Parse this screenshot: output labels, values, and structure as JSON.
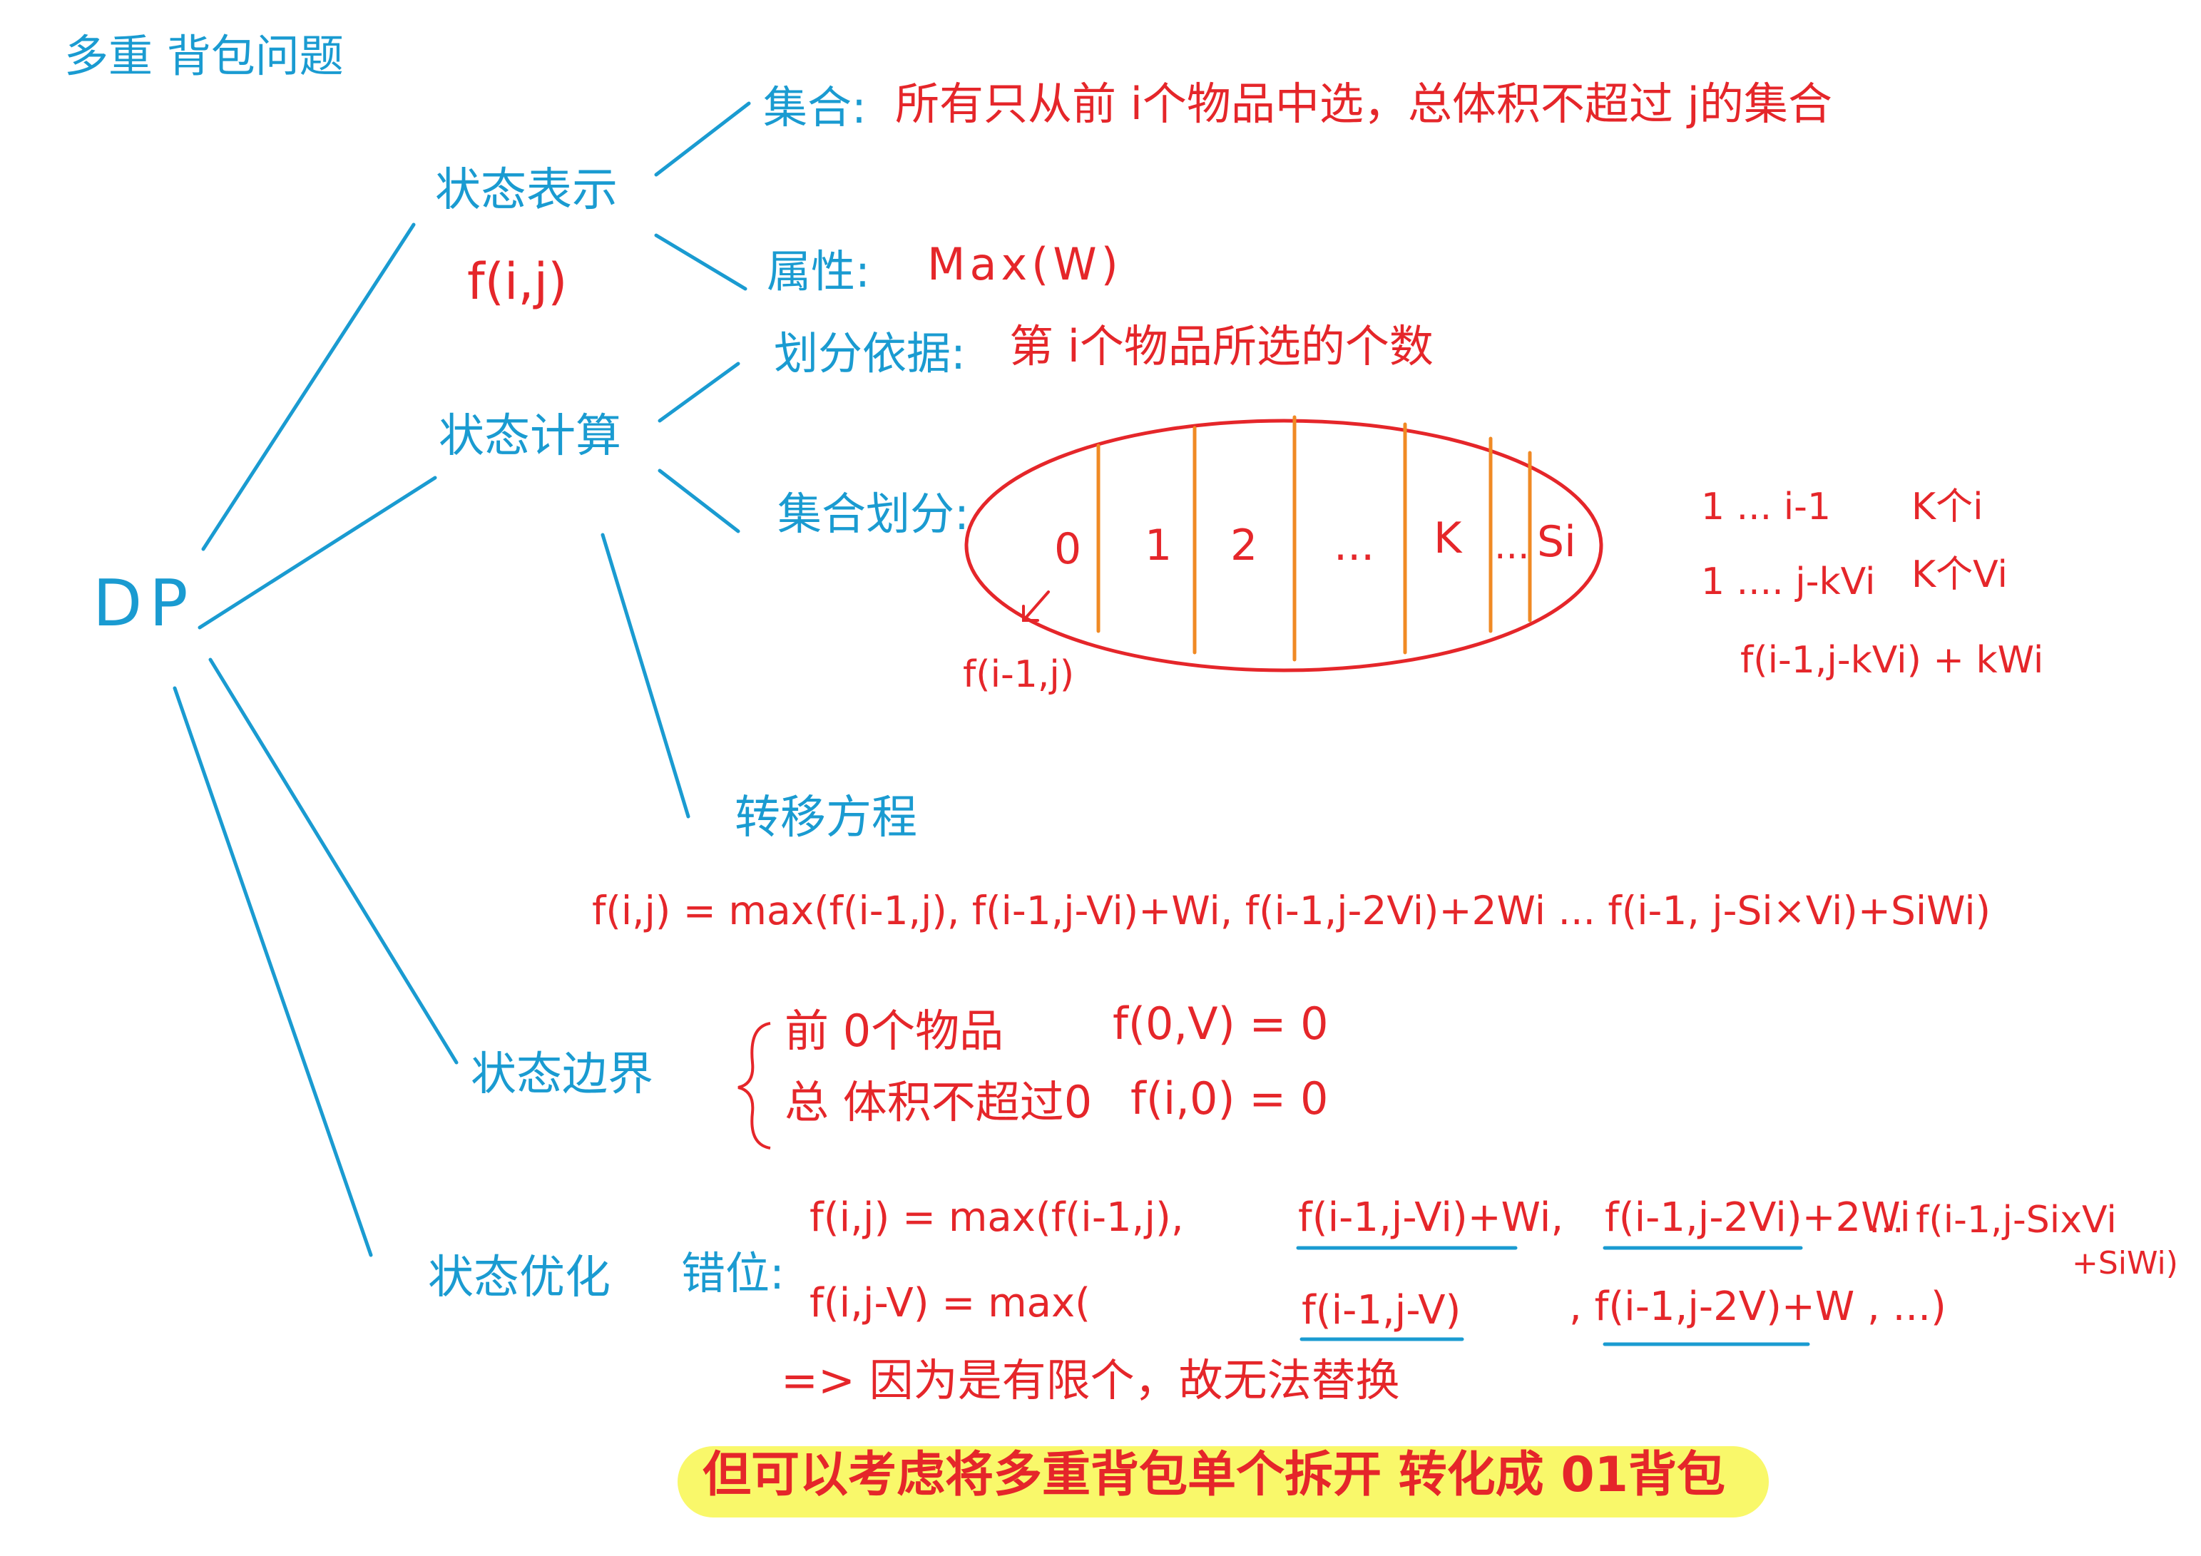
{
  "title": "多重 背包问题",
  "root": "DP",
  "nodes": {
    "state_repr": "状态表示",
    "state_fn": "f(i,j)",
    "state_calc": "状态计算",
    "transition": "转移方程",
    "state_boundary": "状态边界",
    "state_opt": "状态优化"
  },
  "state_repr": {
    "set_label": "集合:",
    "set_text": "所有只从前 i个物品中选，总体积不超过 j的集合",
    "attr_label": "属性:",
    "attr_text": "Max(W)"
  },
  "state_calc": {
    "basis_label": "划分依据:",
    "basis_text": "第 i个物品所选的个数",
    "partition_label": "集合划分:",
    "cells": [
      "0",
      "1",
      "2",
      "...",
      "K",
      "...",
      "Si"
    ],
    "arrow_label": "f(i-1,j)",
    "note1_a": "1 ... i-1",
    "note1_b": "K个i",
    "note2_a": "1 .... j-kVi",
    "note2_b": "K个Vi",
    "note3": "f(i-1,j-kVi) + kWi"
  },
  "transition_eq": "f(i,j) = max(f(i-1,j), f(i-1,j-Vi)+Wi, f(i-1,j-2Vi)+2Wi ... f(i-1, j-Si×Vi)+SiWi)",
  "boundary": {
    "line1_text": "前 0个物品",
    "line1_eq": "f(0,V) = 0",
    "line2_text": "总 体积不超过0",
    "line2_eq": "f(i,0) = 0"
  },
  "optimization": {
    "label": "错位:",
    "eq1_lhs": "f(i,j) = max(f(i-1,j),",
    "eq1_t1": "f(i-1,j-Vi)+Wi,",
    "eq1_t2": "f(i-1,j-2Vi)+2Wi",
    "eq1_t3": "... f(i-1,j-SixVi",
    "eq1_t3b": "+SiWi)",
    "eq2_lhs": "f(i,j-V) = max(",
    "eq2_t1": "f(i-1,j-V)",
    "eq2_t2": ", f(i-1,j-2V)+W , ...)",
    "conclusion": "=> 因为是有限个，故无法替换",
    "highlight": "但可以考虑将多重背包单个拆开 转化成 01背包"
  },
  "colors": {
    "blue": "#1a9bd1",
    "red": "#e5262a",
    "orange": "#f08a24",
    "highlight": "#f9f86a"
  }
}
